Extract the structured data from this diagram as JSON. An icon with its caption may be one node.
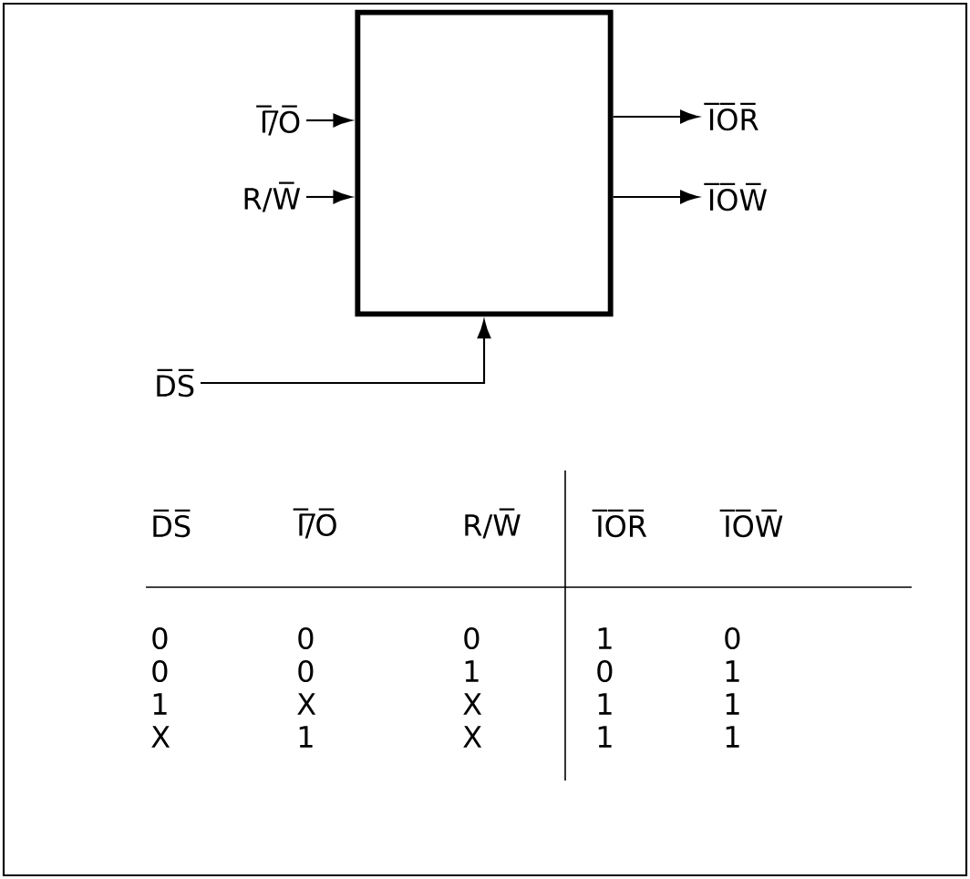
{
  "diagram": {
    "nodes": [
      {
        "text": [],
        "shape": "box"
      },
      {
        "text": [
          "I̅/̅O̅"
        ]
      },
      {
        "text": [
          "R/W̅"
        ]
      },
      {
        "text": [
          "D̅S̅"
        ]
      },
      {
        "text": [
          "I̅O̅R̅"
        ]
      },
      {
        "text": [
          "I̅O̅W̅"
        ]
      }
    ],
    "edges": [
      {
        "from": 1,
        "to": 0,
        "arrow": "to"
      },
      {
        "from": 2,
        "to": 0,
        "arrow": "to"
      },
      {
        "from": 3,
        "to": 0,
        "arrow": "to"
      },
      {
        "from": 0,
        "to": 4,
        "arrow": "to"
      },
      {
        "from": 0,
        "to": 5,
        "arrow": "to"
      }
    ],
    "labels": [
      "D̅S̅",
      "I̅/̅O̅",
      "R/W̅",
      "I̅O̅R̅",
      "I̅O̅W̅",
      "0",
      "0",
      "0",
      "1",
      "0",
      "0",
      "0",
      "1",
      "0",
      "1",
      "1",
      "X",
      "X",
      "1",
      "1",
      "X",
      "1",
      "X",
      "1",
      "1"
    ]
  }
}
